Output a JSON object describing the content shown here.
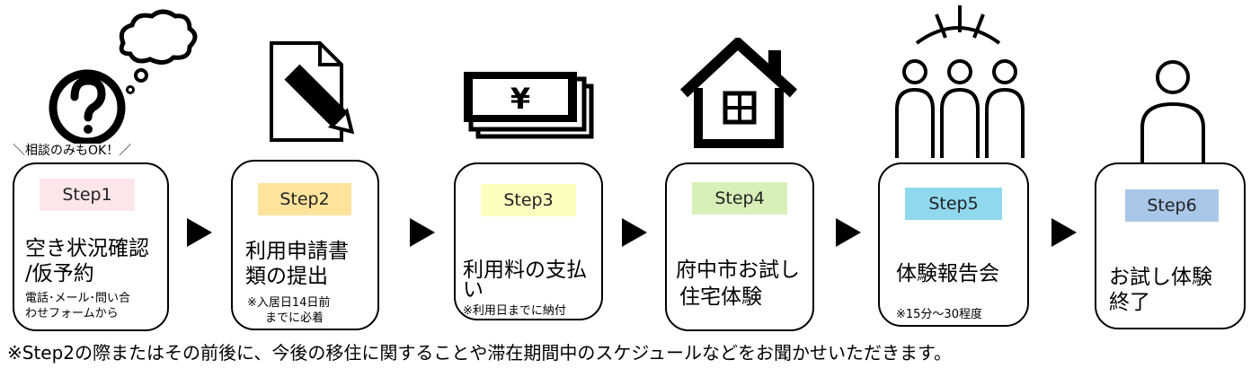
{
  "consult_note": "＼相談のみもOK！／",
  "steps": [
    {
      "tag": "Step1",
      "title_lines": [
        "空き状況確認",
        "/仮予約"
      ],
      "sub_lines": [
        "電話･メール･問い合",
        "わせフォームから"
      ],
      "tag_color": "#fde6ea"
    },
    {
      "tag": "Step2",
      "title_lines": [
        "利用申請書",
        "類の提出"
      ],
      "sub_lines": [
        "※入居日14日前",
        "までに必着"
      ],
      "tag_color": "#fde39c"
    },
    {
      "tag": "Step3",
      "title_lines": [
        "利用料の支払",
        "い"
      ],
      "sub_lines": [
        "※利用日までに納付"
      ],
      "tag_color": "#fdfdc0"
    },
    {
      "tag": "Step4",
      "title_lines": [
        "府中市お試し",
        "住宅体験"
      ],
      "sub_lines": [],
      "tag_color": "#d7f0b8"
    },
    {
      "tag": "Step5",
      "title_lines": [
        "体験報告会"
      ],
      "sub_lines": [
        "※15分～30程度"
      ],
      "tag_color": "#8fd8ee"
    },
    {
      "tag": "Step6",
      "title_lines": [
        "お試し体験",
        "終了"
      ],
      "sub_lines": [],
      "tag_color": "#a9c7e8"
    }
  ],
  "icons": [
    "question-thought-icon",
    "document-pen-icon",
    "yen-bills-icon",
    "house-icon",
    "group-people-icon",
    "person-icon"
  ],
  "footnote": "※Step2の際またはその前後に、今後の移住に関することや滞在期間中のスケジュールなどをお聞かせいただきます。"
}
